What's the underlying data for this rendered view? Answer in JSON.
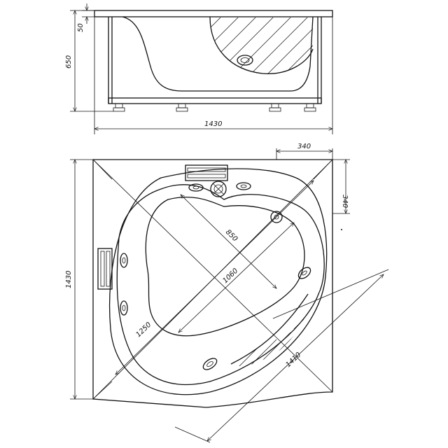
{
  "drawing": {
    "side_view": {
      "dim_rim": "50",
      "dim_height": "650",
      "dim_length": "1430"
    },
    "top_view": {
      "dim_corner_top": "340",
      "dim_corner_right": "340",
      "dim_inner_diag": "850",
      "dim_mid_diag": "1060",
      "dim_outer_diag": "1250",
      "dim_overall_diag": "1410",
      "dim_side": "1430"
    }
  }
}
